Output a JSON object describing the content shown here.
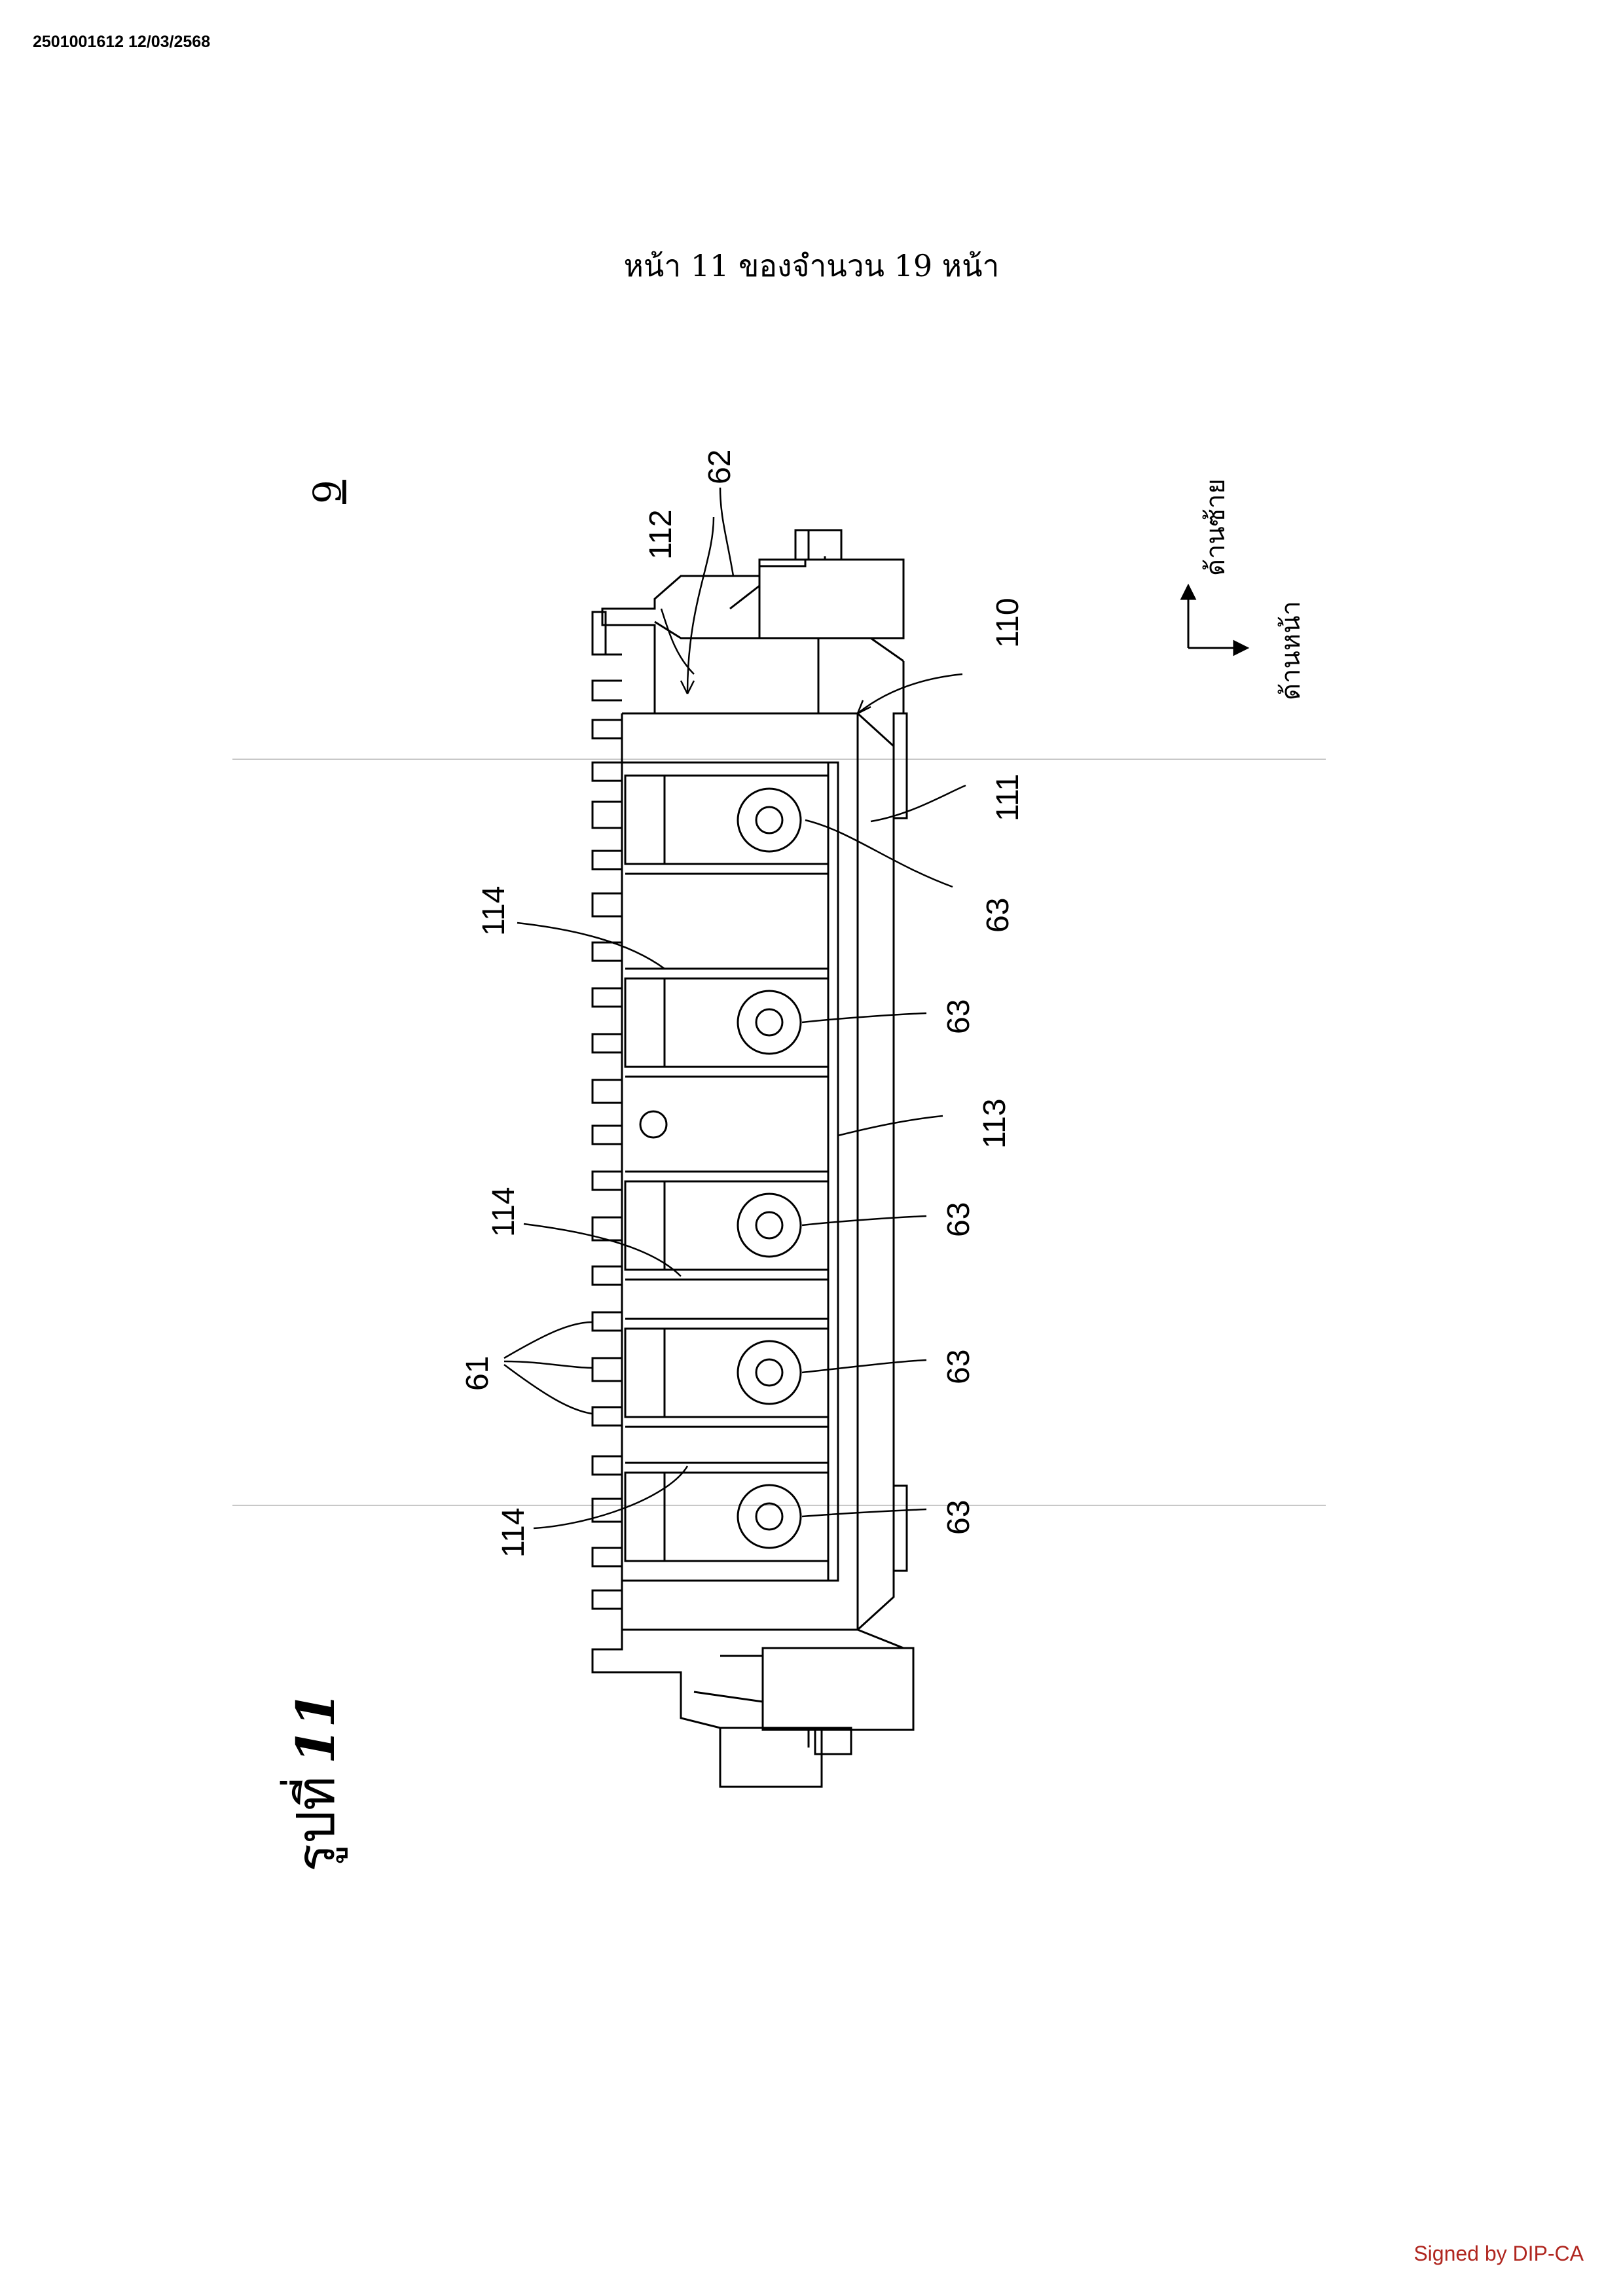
{
  "header": {
    "doc_id": "2501001612 12/03/2568"
  },
  "page_count_text": "หน้า 11 ของจำนวน 19 หน้า",
  "figure": {
    "title": "รูปที่",
    "number": "11",
    "corner_mark": "9"
  },
  "direction": {
    "left": "ด้านซ้าย",
    "front": "ด้านหน้า"
  },
  "labels": {
    "l62": "62",
    "l112": "112",
    "l110": "110",
    "l111": "111",
    "l114a": "114",
    "l114b": "114",
    "l114c": "114",
    "l113": "113",
    "l61": "61",
    "l63a": "63",
    "l63b": "63",
    "l63c": "63",
    "l63d": "63",
    "l63e": "63"
  },
  "footer": {
    "signed": "Signed by DIP-CA"
  }
}
